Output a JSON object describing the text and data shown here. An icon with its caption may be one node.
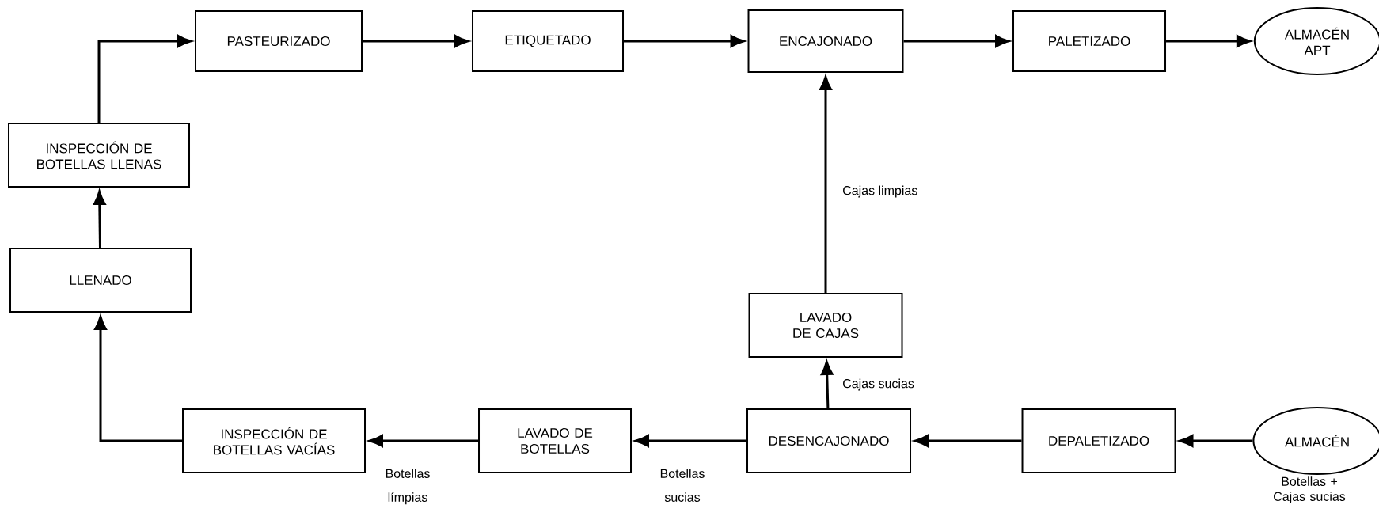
{
  "diagram": {
    "nodes": [
      {
        "text": [
          "PASTEURIZADO"
        ]
      },
      {
        "text": [
          "ETIQUETADO"
        ]
      },
      {
        "text": [
          "ENCAJONADO"
        ]
      },
      {
        "text": [
          "PALETIZADO"
        ]
      },
      {
        "text": [
          "ALMACÉN APT"
        ]
      },
      {
        "text": [
          "INSPECCIÓN DE BOTELLAS LLENAS"
        ]
      },
      {
        "text": [
          "LLENADO"
        ]
      },
      {
        "text": [
          "LAVADO DE CAJAS"
        ]
      },
      {
        "text": [
          "INSPECCIÓN DE BOTELLAS VACÍAS"
        ]
      },
      {
        "text": [
          "LAVADO DE BOTELLAS"
        ]
      },
      {
        "text": [
          "DESENCAJONADO"
        ]
      },
      {
        "text": [
          "DEPALETIZADO"
        ]
      },
      {
        "text": [
          "ALMACÉN"
        ],
        "beside": [
          "Botellas + Cajas sucias"
        ]
      }
    ],
    "edges": [
      {
        "from": 12,
        "to": 11,
        "arrow": "to"
      },
      {
        "from": 11,
        "to": 10,
        "arrow": "to"
      },
      {
        "from": 10,
        "to": 9,
        "arrow": "to",
        "label": "Botellas sucias"
      },
      {
        "from": 9,
        "to": 8,
        "arrow": "to",
        "label": "Botellas límpias"
      },
      {
        "from": 8,
        "to": 6,
        "arrow": "to"
      },
      {
        "from": 6,
        "to": 5,
        "arrow": "to"
      },
      {
        "from": 5,
        "to": 0,
        "arrow": "to"
      },
      {
        "from": 0,
        "to": 1,
        "arrow": "to"
      },
      {
        "from": 1,
        "to": 2,
        "arrow": "to"
      },
      {
        "from": 2,
        "to": 3,
        "arrow": "to"
      },
      {
        "from": 3,
        "to": 4,
        "arrow": "to"
      },
      {
        "from": 10,
        "to": 7,
        "arrow": "to",
        "label": "Cajas sucias"
      },
      {
        "from": 7,
        "to": 2,
        "arrow": "to",
        "label": "Cajas limpias"
      }
    ]
  }
}
